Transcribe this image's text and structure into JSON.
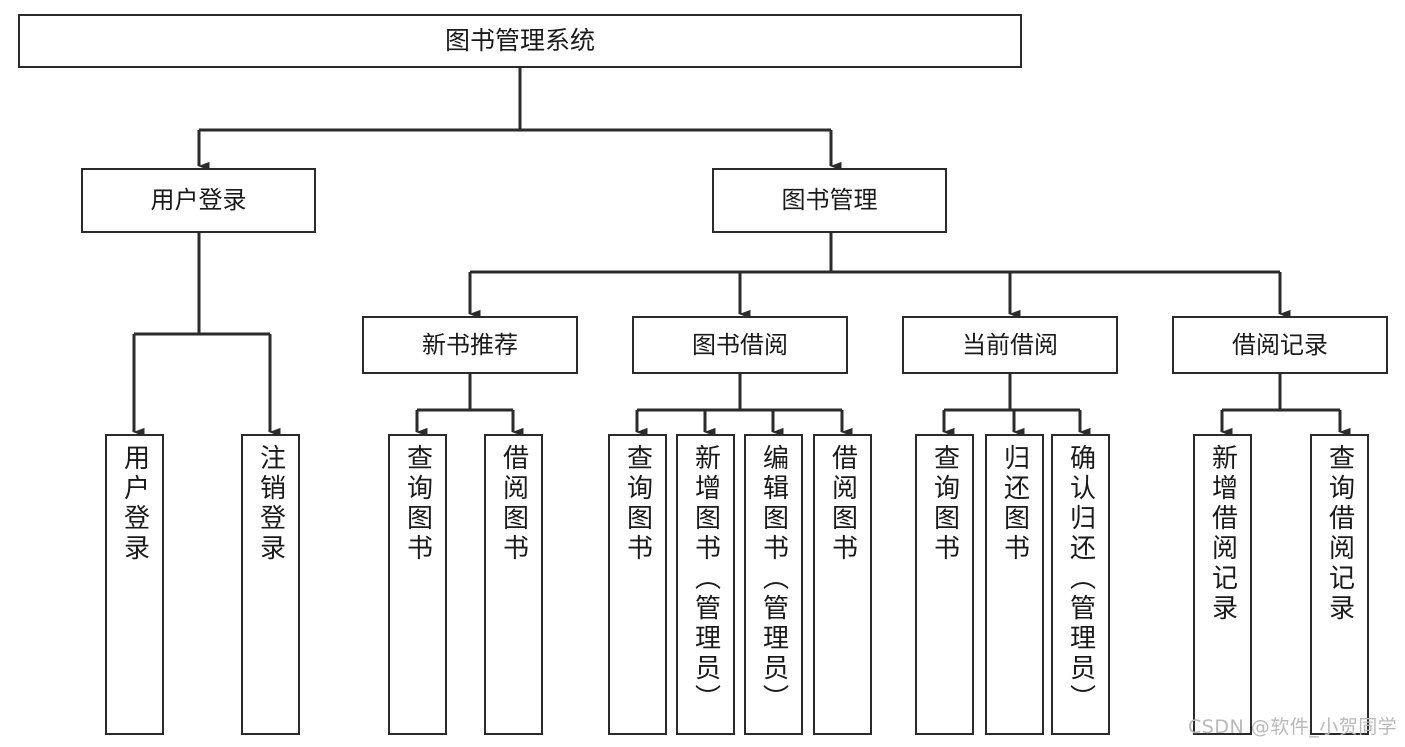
{
  "diagram": {
    "title": "图书管理系统",
    "watermark": "CSDN @软件_小贺同学",
    "stroke_color": "#2b2b2b",
    "fill_color": "#ffffff",
    "text_color": "#1a1a1a",
    "watermark_color": "#b9b9b9",
    "root": {
      "label": "图书管理系统"
    },
    "level1": [
      {
        "label": "用户登录"
      },
      {
        "label": "图书管理"
      }
    ],
    "level2": [
      {
        "label": "新书推荐"
      },
      {
        "label": "图书借阅"
      },
      {
        "label": "当前借阅"
      },
      {
        "label": "借阅记录"
      }
    ],
    "leaves": [
      {
        "label": "用户登录"
      },
      {
        "label": "注销登录"
      },
      {
        "label": "查询图书"
      },
      {
        "label": "借阅图书"
      },
      {
        "label": "查询图书"
      },
      {
        "label": "新增图书（管理员）"
      },
      {
        "label": "编辑图书（管理员）"
      },
      {
        "label": "借阅图书"
      },
      {
        "label": "查询图书"
      },
      {
        "label": "归还图书"
      },
      {
        "label": "确认归还（管理员）"
      },
      {
        "label": "新增借阅记录"
      },
      {
        "label": "查询借阅记录"
      }
    ]
  }
}
